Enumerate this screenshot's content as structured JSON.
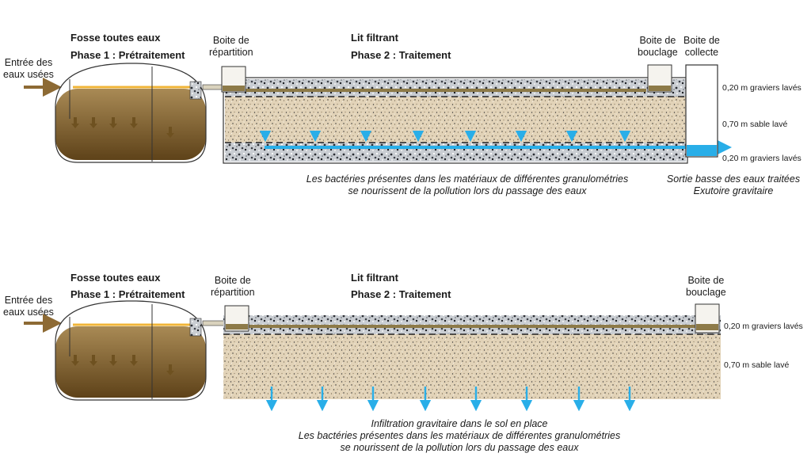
{
  "colors": {
    "sludge": "#8d6a34",
    "sludge_dark": "#6e5120",
    "water_surface": "#f0b437",
    "water_flow": "#29aee8",
    "pipe": "#8d7a48",
    "gravel_bg": "#c9cdd2",
    "sand_bg": "#e2d3b8",
    "outline": "#333333"
  },
  "top": {
    "inlet_label": [
      "Entrée des",
      "eaux usées"
    ],
    "tank_title": "Fosse toutes eaux",
    "tank_phase": "Phase 1 : Prétraitement",
    "distribution_box": [
      "Boite de",
      "répartition"
    ],
    "filter_title": "Lit filtrant",
    "filter_phase": "Phase 2 : Traitement",
    "loop_box": [
      "Boite de",
      "bouclage"
    ],
    "collect_box": [
      "Boite de",
      "collecte"
    ],
    "layer_top": "0,20 m graviers lavés",
    "layer_mid": "0,70 m sable lavé",
    "layer_bottom": "0,20 m graviers lavés",
    "caption": [
      "Les bactéries présentes dans les matériaux de différentes granulométries",
      "se nourissent de la pollution lors du passage des eaux"
    ],
    "outlet_caption": [
      "Sortie basse des eaux traitées",
      "Exutoire gravitaire"
    ]
  },
  "bottom": {
    "inlet_label": [
      "Entrée des",
      "eaux usées"
    ],
    "tank_title": "Fosse toutes eaux",
    "tank_phase": "Phase 1 : Prétraitement",
    "distribution_box": [
      "Boite de",
      "répartition"
    ],
    "filter_title": "Lit filtrant",
    "filter_phase": "Phase 2 : Traitement",
    "loop_box": [
      "Boite de",
      "bouclage"
    ],
    "layer_top": "0,20 m graviers lavés",
    "layer_mid": "0,70 m sable lavé",
    "caption": [
      "Infiltration gravitaire dans le sol en place",
      "Les bactéries présentes dans les matériaux de différentes granulométries",
      "se nourissent de la pollution lors du passage des eaux"
    ]
  }
}
